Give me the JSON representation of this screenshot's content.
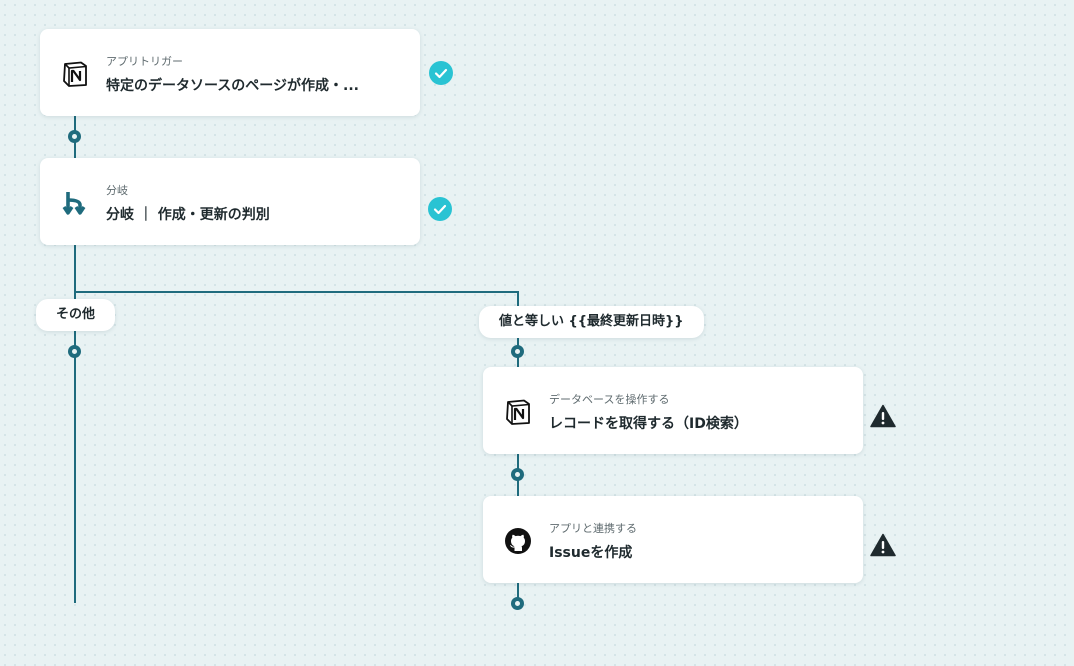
{
  "steps": [
    {
      "subtitle": "アプリトリガー",
      "title": "特定のデータソースのページが作成・...",
      "icon": "notion-icon",
      "status": "complete"
    },
    {
      "subtitle": "分岐",
      "title": "分岐 ｜ 作成・更新の判別",
      "icon": "branch-icon",
      "status": "complete"
    },
    {
      "subtitle": "データベースを操作する",
      "title": "レコードを取得する（ID検索）",
      "icon": "notion-icon",
      "status": "warning"
    },
    {
      "subtitle": "アプリと連携する",
      "title": "Issueを作成",
      "icon": "github-icon",
      "status": "warning"
    }
  ],
  "branches": {
    "other_label": "その他",
    "condition_label": "値と等しい {{最終更新日時}}"
  },
  "colors": {
    "connector": "#1f6b7d",
    "check": "#29c3d3",
    "warning": "#1f2a2e",
    "branch_icon": "#1f6b7d"
  }
}
